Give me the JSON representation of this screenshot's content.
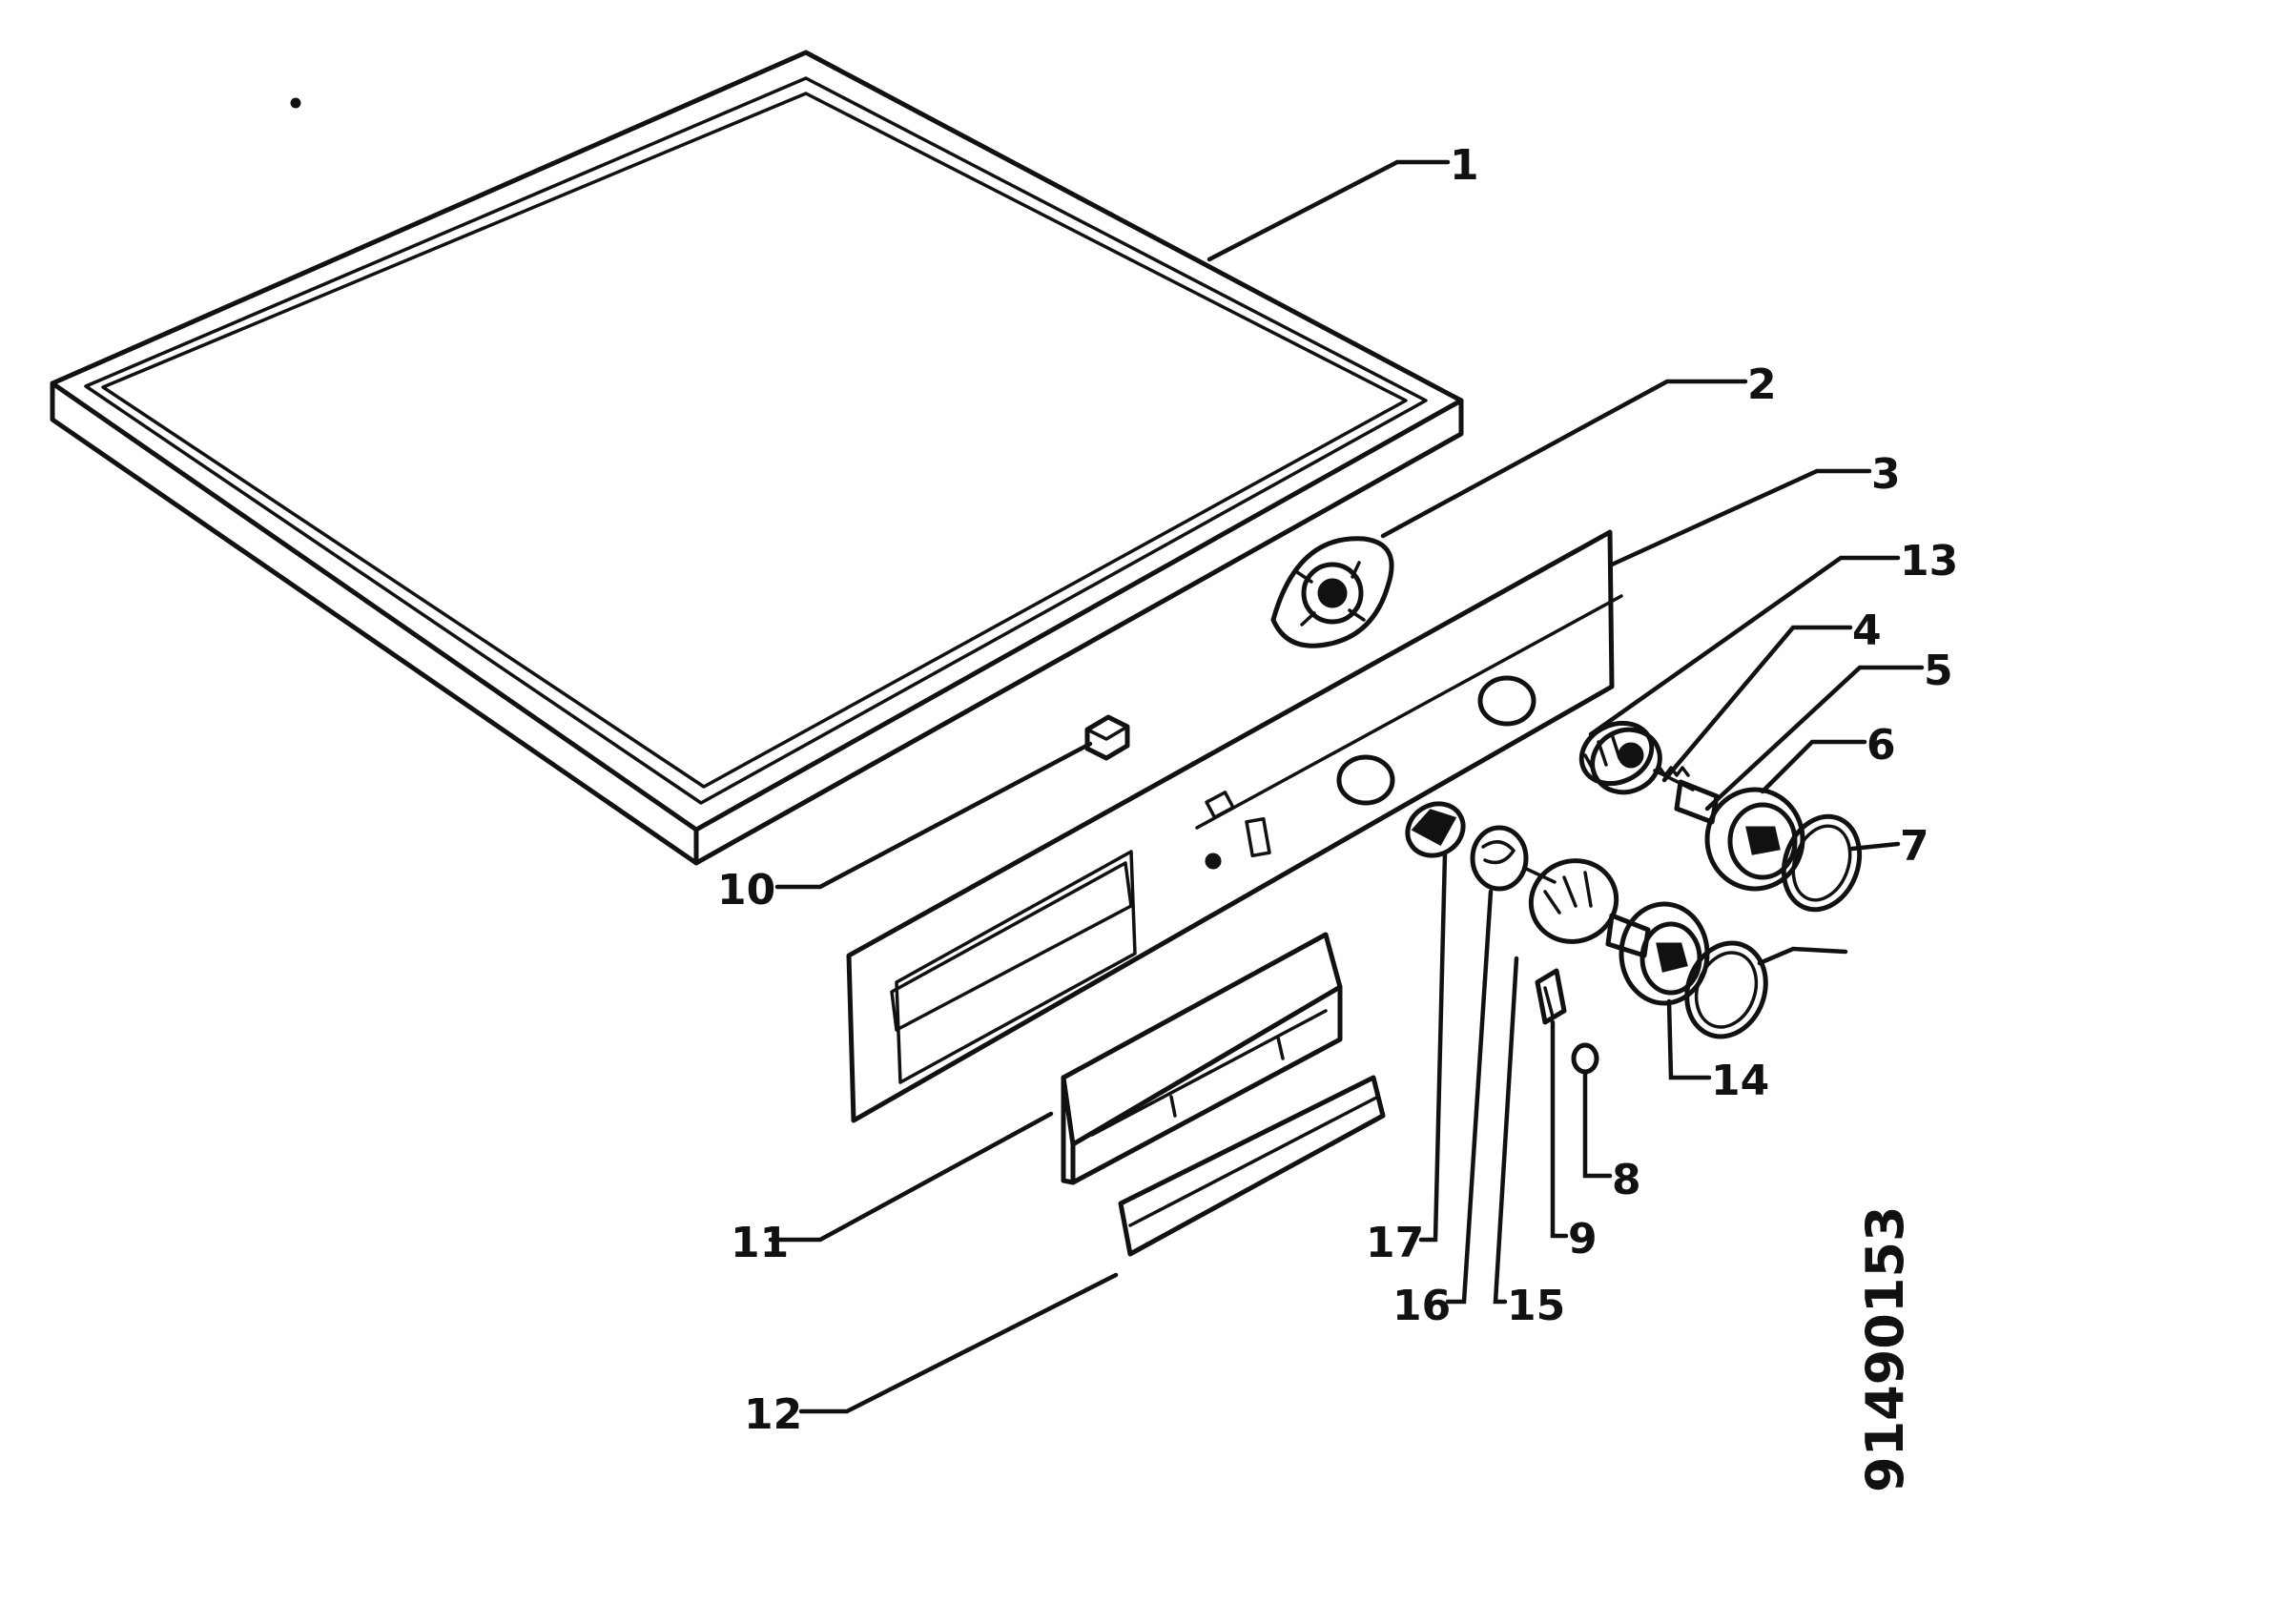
{
  "diagram": {
    "drawing_code": "91490153",
    "callouts": [
      {
        "id": "1",
        "label": "1"
      },
      {
        "id": "2",
        "label": "2"
      },
      {
        "id": "3",
        "label": "3"
      },
      {
        "id": "4",
        "label": "4"
      },
      {
        "id": "5",
        "label": "5"
      },
      {
        "id": "6",
        "label": "6"
      },
      {
        "id": "7",
        "label": "7"
      },
      {
        "id": "8",
        "label": "8"
      },
      {
        "id": "9",
        "label": "9"
      },
      {
        "id": "10",
        "label": "10"
      },
      {
        "id": "11",
        "label": "11"
      },
      {
        "id": "12",
        "label": "12"
      },
      {
        "id": "13",
        "label": "13"
      },
      {
        "id": "14",
        "label": "14"
      },
      {
        "id": "15",
        "label": "15"
      },
      {
        "id": "16",
        "label": "16"
      },
      {
        "id": "17",
        "label": "17"
      }
    ]
  }
}
